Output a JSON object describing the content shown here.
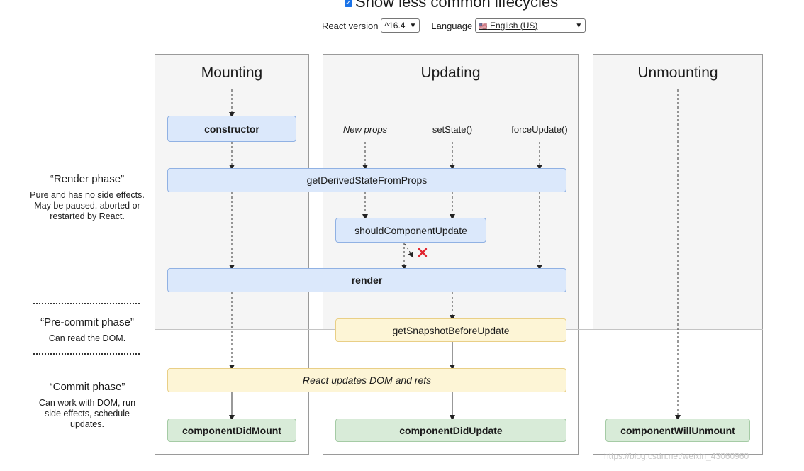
{
  "header": {
    "show_less_label": "Show less common lifecycles",
    "react_version_label": "React version",
    "react_version_value": "^16.4",
    "language_label": "Language",
    "language_flag": "🇺🇸",
    "language_value": "English (US)"
  },
  "columns": {
    "mounting": "Mounting",
    "updating": "Updating",
    "unmounting": "Unmounting"
  },
  "triggers": {
    "new_props": "New props",
    "set_state": "setState()",
    "force_update": "forceUpdate()"
  },
  "methods": {
    "constructor": "constructor",
    "get_derived_state": "getDerivedStateFromProps",
    "should_update": "shouldComponentUpdate",
    "render": "render",
    "get_snapshot": "getSnapshotBeforeUpdate",
    "react_updates": "React updates DOM and refs",
    "did_mount": "componentDidMount",
    "did_update": "componentDidUpdate",
    "will_unmount": "componentWillUnmount"
  },
  "phases": {
    "render_title": "“Render phase”",
    "render_desc": "Pure and has no side effects. May be paused, aborted or restarted by React.",
    "precommit_title": "“Pre-commit phase”",
    "precommit_desc": "Can read the DOM.",
    "commit_title": "“Commit phase”",
    "commit_desc": "Can work with DOM, run side effects, schedule updates."
  },
  "watermark": "https://blog.csdn.net/weixin_43060960",
  "colors": {
    "blue_box": "#dbe8fb",
    "yellow_box": "#fdf5d6",
    "green_box": "#d8ebd8",
    "cancel_x": "#e0232e"
  }
}
